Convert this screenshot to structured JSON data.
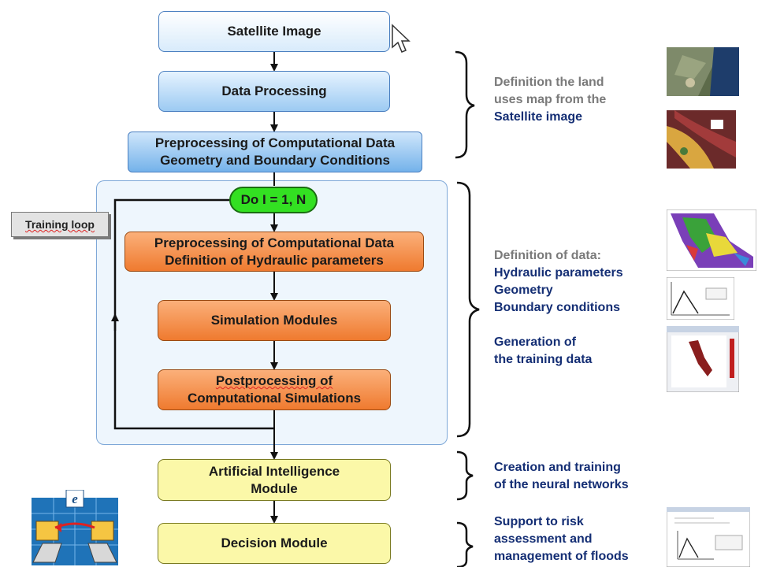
{
  "boxes": {
    "satellite": "Satellite Image",
    "data_processing": "Data Processing",
    "preprocessing_1_line1": "Preprocessing of Computational Data",
    "preprocessing_1_line2": "Geometry and Boundary Conditions",
    "do_loop": "Do I = 1, N",
    "preprocessing_2_line1": "Preprocessing of Computational Data",
    "preprocessing_2_line2": "Definition of Hydraulic parameters",
    "simulation": "Simulation Modules",
    "post_line1": "Postprocessing of",
    "post_line2": "Computational Simulations",
    "ai_line1": "Artificial Intelligence",
    "ai_line2": "Module",
    "decision": "Decision Module"
  },
  "training_loop_label": "Training loop",
  "notes": {
    "land": {
      "line1": "Definition the land",
      "line2": "uses map from the",
      "line3": "Satellite image"
    },
    "data": {
      "line1": "Definition of data:",
      "line2": "Hydraulic parameters",
      "line3": "Geometry",
      "line4": "Boundary conditions"
    },
    "generation": {
      "line1": "Generation of",
      "line2": "the training data"
    },
    "neural": {
      "line1": "Creation and training",
      "line2": "of the neural networks"
    },
    "risk": {
      "line1": "Support to risk",
      "line2": "assessment and",
      "line3": "management of floods"
    }
  },
  "colors": {
    "gray_text": "#7a7a7a",
    "blue_text": "#142e74",
    "orange_box": "#ef7a2f",
    "yellow_box": "#fbf8a8",
    "green_box": "#33e022",
    "blue_box": "#74b2ea"
  }
}
